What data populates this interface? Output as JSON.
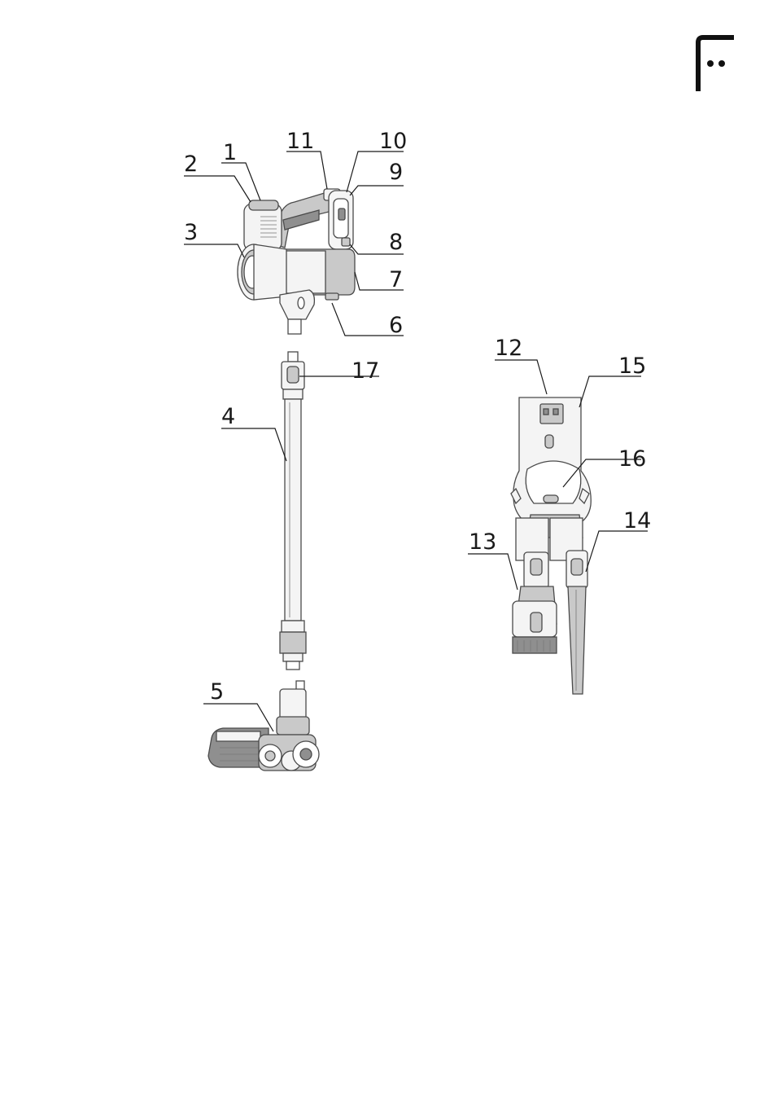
{
  "logo": {
    "icon": "corner-bracket-dots-logo-icon"
  },
  "callouts": [
    {
      "id": "c1",
      "label": "1"
    },
    {
      "id": "c2",
      "label": "2"
    },
    {
      "id": "c3",
      "label": "3"
    },
    {
      "id": "c4",
      "label": "4"
    },
    {
      "id": "c5",
      "label": "5"
    },
    {
      "id": "c6",
      "label": "6"
    },
    {
      "id": "c7",
      "label": "7"
    },
    {
      "id": "c8",
      "label": "8"
    },
    {
      "id": "c9",
      "label": "9"
    },
    {
      "id": "c10",
      "label": "10"
    },
    {
      "id": "c11",
      "label": "11"
    },
    {
      "id": "c12",
      "label": "12"
    },
    {
      "id": "c13",
      "label": "13"
    },
    {
      "id": "c14",
      "label": "14"
    },
    {
      "id": "c15",
      "label": "15"
    },
    {
      "id": "c16",
      "label": "16"
    },
    {
      "id": "c17",
      "label": "17"
    }
  ]
}
